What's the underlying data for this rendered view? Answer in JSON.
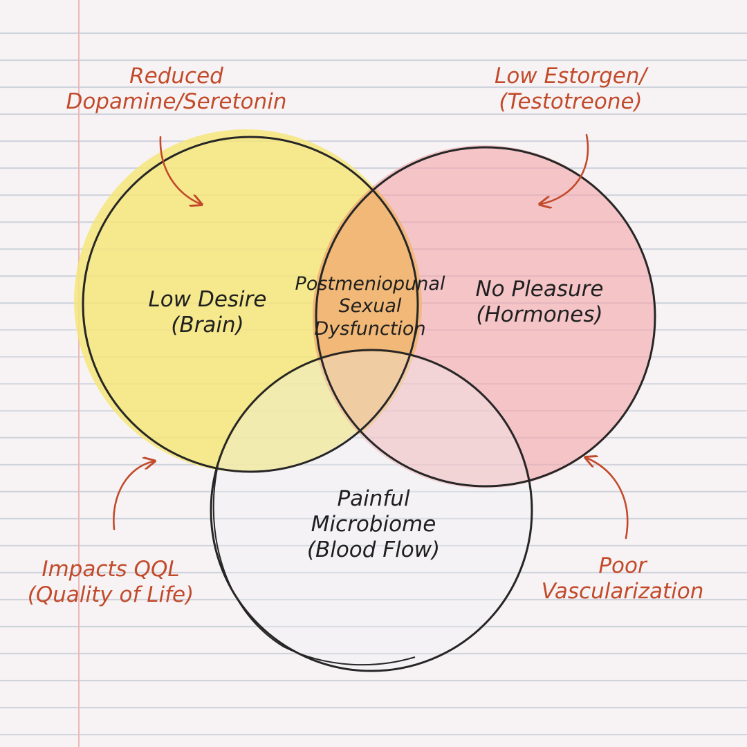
{
  "colors": {
    "brain_fill": "#f4e57a",
    "hormones_fill": "#f2a7ab",
    "center_fill": "#f0b56a",
    "outline": "#262626",
    "annotation": "#c24a2b",
    "paper": "#f7f3f4",
    "rule_lines": "#cfd3dc",
    "margin_line": "#ecb8b8"
  },
  "circles": [
    {
      "id": "brain",
      "label": "Low Desire\n(Brain)"
    },
    {
      "id": "hormones",
      "label": "No Pleasure\n(Hormones)"
    },
    {
      "id": "blood_flow",
      "label": "Painful\nMicrobiome\n(Blood Flow)"
    }
  ],
  "center_label": "Postmeniopunal\nSexual\nDysfunction",
  "annotations": {
    "top_left": "Reduced\nDopamine/Seretonin",
    "top_right": "Low Estorgen/\n(Testotreone)",
    "bottom_left": "Impacts QQL\n(Quality of Life)",
    "bottom_right": "Poor\nVascularization"
  }
}
